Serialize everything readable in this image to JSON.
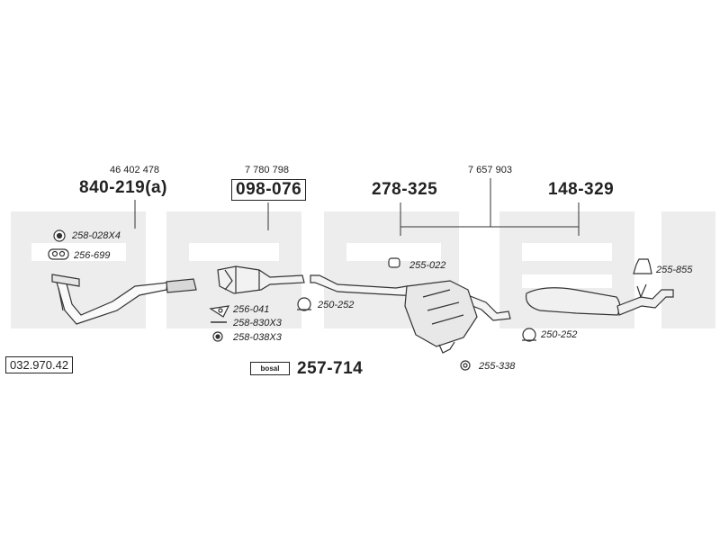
{
  "diagram_code": "032.970.42",
  "brand_text": "bosal",
  "groups": [
    {
      "oe_number": "46 402 478",
      "part_number": "840-219(a)"
    },
    {
      "oe_number": "7 780 798",
      "part_number": "098-076"
    },
    {
      "oe_number": "7 657 903",
      "part_left": "278-325",
      "part_right": "148-329"
    }
  ],
  "accessories": [
    {
      "code": "258-028X4",
      "icon": "clamp-ring-icon"
    },
    {
      "code": "256-699",
      "icon": "flange-gasket-icon"
    },
    {
      "code": "256-041",
      "icon": "triangle-gasket-icon"
    },
    {
      "code": "258-830X3",
      "icon": "bolt-icon"
    },
    {
      "code": "258-038X3",
      "icon": "nut-icon"
    },
    {
      "code": "250-252",
      "icon": "u-clamp-icon"
    },
    {
      "code": "255-022",
      "icon": "rubber-mount-icon"
    },
    {
      "code": "250-252",
      "icon": "u-clamp-icon"
    },
    {
      "code": "255-855",
      "icon": "hanger-bracket-icon"
    },
    {
      "code": "255-338",
      "icon": "rubber-ring-icon"
    }
  ],
  "kit_number": "257-714"
}
